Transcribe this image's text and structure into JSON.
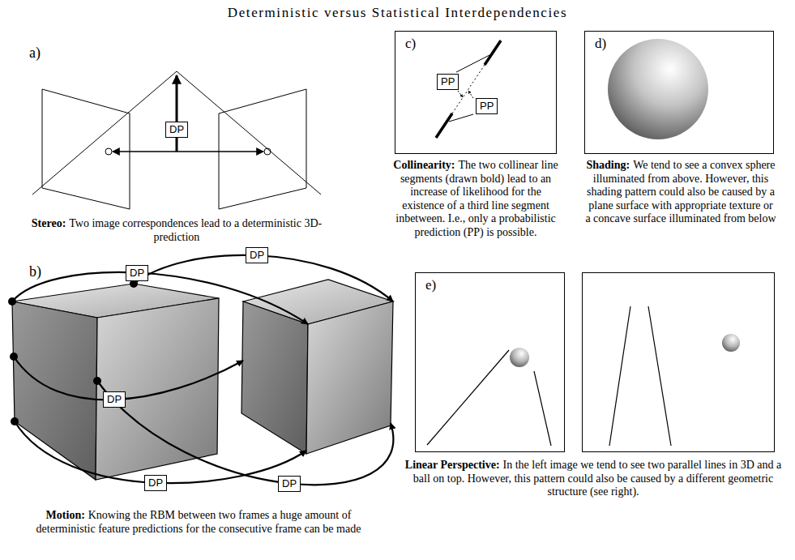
{
  "diagram": {
    "title": "Deterministic versus Statistical Interdependencies",
    "nodes": [
      {
        "text": [
          "DP"
        ]
      },
      {
        "text": [
          "c)"
        ]
      },
      {
        "text": [
          "PP"
        ],
        "in": 1
      },
      {
        "text": [
          "PP"
        ],
        "in": 1
      },
      {
        "text": [
          "d)"
        ]
      },
      {
        "text": [
          "DP"
        ]
      },
      {
        "text": [
          "DP"
        ]
      },
      {
        "text": [
          "DP"
        ]
      },
      {
        "text": [
          "DP"
        ]
      },
      {
        "text": [
          "DP"
        ]
      },
      {
        "text": [
          "e)"
        ]
      }
    ],
    "labels": [
      "a)",
      "b)",
      "Stereo:",
      "Two image correspondences lead to a deterministic 3D- prediction",
      "Motion:",
      "Knowing the RBM between two frames a huge amount of deterministic feature predictions for the consecutive frame can be made",
      "Collinearity:",
      "The two collinear line segments (drawn bold) lead to an increase of likelihood for the existence of a third line segment inbetween. I.e., only a probabilistic prediction (PP) is possible.",
      "Shading:",
      "We tend to see a convex sphere illuminated from above. However, this shading pattern could also be caused by a plane surface with appropriate texture or a concave surface illuminated from below",
      "Linear Perspective:",
      "In the left image we tend to see two parallel lines in 3D and a ball on top. However, this pattern could also be caused by a different geometric structure (see right)."
    ]
  }
}
